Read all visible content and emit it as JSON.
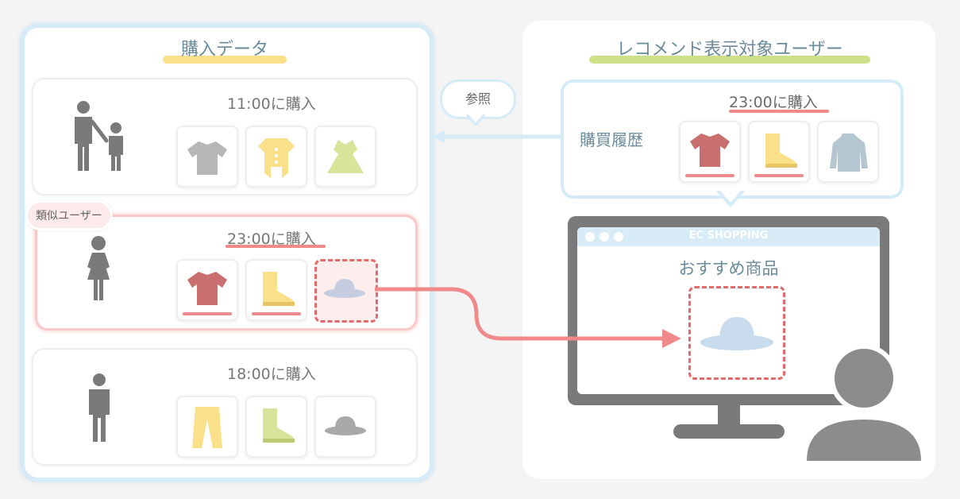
{
  "left_panel": {
    "title": "購入データ",
    "similar_badge": "類似ユーザー",
    "users": [
      {
        "time": "11:00に購入",
        "figure": "parent-child-icon",
        "items": [
          "tshirt-icon",
          "baby-romper-icon",
          "dress-icon"
        ]
      },
      {
        "time": "23:00に購入",
        "figure": "woman-icon",
        "items": [
          "tshirt-icon",
          "boots-icon",
          "hat-icon"
        ]
      },
      {
        "time": "18:00に購入",
        "figure": "man-icon",
        "items": [
          "pants-icon",
          "boots-icon",
          "hat-icon"
        ]
      }
    ]
  },
  "reference_label": "参照",
  "right_panel": {
    "title": "レコメンド表示対象ユーザー",
    "history": {
      "time": "23:00に購入",
      "label": "購買履歴",
      "items": [
        "tshirt-icon",
        "boots-icon",
        "sweater-icon"
      ]
    },
    "monitor": {
      "site_name": "EC SHOPPING",
      "recommend_title": "おすすめ商品",
      "item": "hat-icon"
    }
  },
  "colors": {
    "blue_border": "#d6ebf8",
    "pink_accent": "#f08a8a",
    "yellow_underline": "#fbe08a",
    "green_underline": "#cfe08a",
    "gray_figure": "#7a7a7a"
  }
}
